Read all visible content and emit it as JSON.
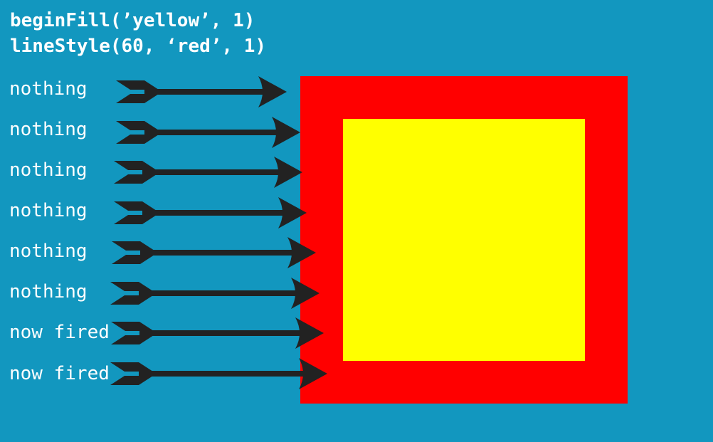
{
  "code": {
    "line1": "beginFill(’yellow’, 1)",
    "line2": "lineStyle(60, ‘red’, 1)"
  },
  "rows": [
    {
      "label": "nothing"
    },
    {
      "label": "nothing"
    },
    {
      "label": "nothing"
    },
    {
      "label": "nothing"
    },
    {
      "label": "nothing"
    },
    {
      "label": "nothing"
    },
    {
      "label": "now fired"
    },
    {
      "label": "now fired"
    }
  ],
  "colors": {
    "background": "#1297bf",
    "fill": "#ffff00",
    "stroke": "#ff0000",
    "arrow": "#222222",
    "text": "#ffffff"
  }
}
